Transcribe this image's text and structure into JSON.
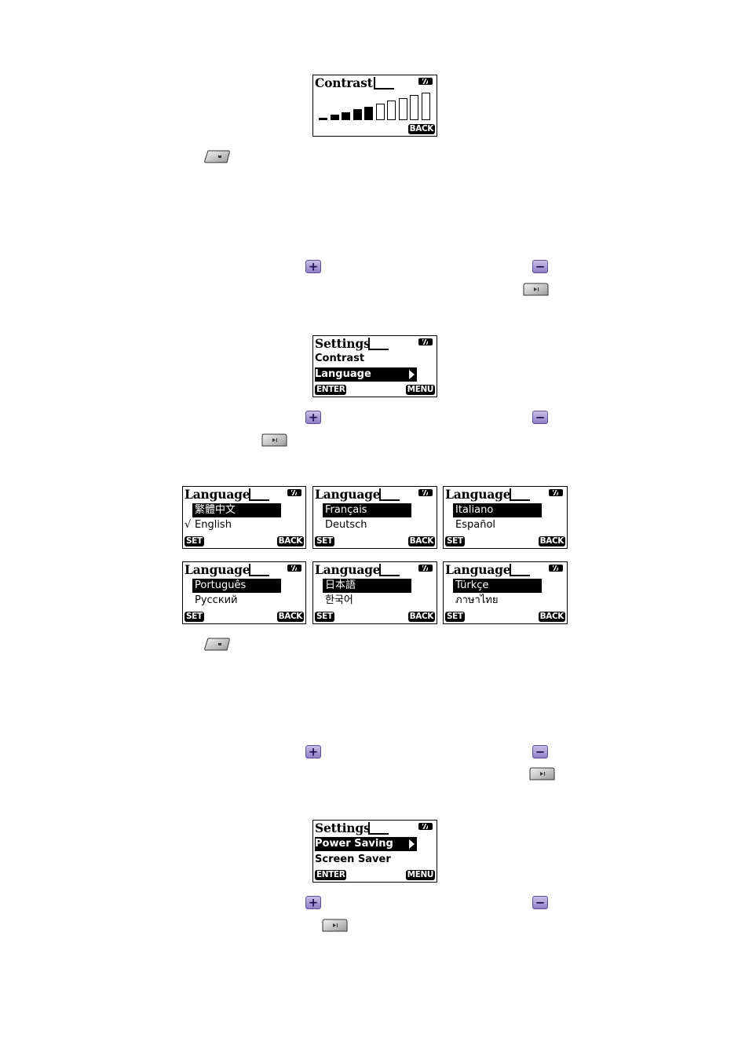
{
  "contrast_screen": {
    "title": "Contrast",
    "softkey_right": "BACK",
    "bars_total": 10,
    "level": 5
  },
  "settings_screen_1": {
    "title": "Settings",
    "items": [
      "Contrast",
      "Language"
    ],
    "selected_index": 1,
    "softkey_left": "ENTER",
    "softkey_right": "MENU"
  },
  "language_screens": [
    {
      "title": "Language",
      "selected": "繁體中文",
      "other": "English",
      "checked_other": true,
      "check_mark": "√",
      "softkey_left": "SET",
      "softkey_right": "BACK"
    },
    {
      "title": "Language",
      "selected": "Français",
      "other": "Deutsch",
      "checked_other": false,
      "softkey_left": "SET",
      "softkey_right": "BACK"
    },
    {
      "title": "Language",
      "selected": "Italiano",
      "other": "Español",
      "checked_other": false,
      "softkey_left": "SET",
      "softkey_right": "BACK"
    },
    {
      "title": "Language",
      "selected": "Português",
      "other": "Русский",
      "checked_other": false,
      "softkey_left": "SET",
      "softkey_right": "BACK"
    },
    {
      "title": "Language",
      "selected": "日本語",
      "other": "한국어",
      "checked_other": false,
      "softkey_left": "SET",
      "softkey_right": "BACK"
    },
    {
      "title": "Language",
      "selected": "Türkçe",
      "other": "ภาษาไทย",
      "checked_other": false,
      "softkey_left": "SET",
      "softkey_right": "BACK"
    }
  ],
  "settings_screen_2": {
    "title": "Settings",
    "items": [
      "Power Saving",
      "Screen Saver"
    ],
    "selected_index": 0,
    "softkey_left": "ENTER",
    "softkey_right": "MENU"
  },
  "keys": {
    "plus_glyph": "+",
    "minus_glyph": "−",
    "plus_icon": "plus-key-icon",
    "minus_icon": "minus-key-icon",
    "play_icon": "play-pause-key-icon",
    "menu_icon": "menu-key-icon"
  },
  "colors": {
    "key_fill_top": "#c8bfe6",
    "key_fill_bottom": "#8f80c8",
    "lcd_ink": "#000000"
  }
}
